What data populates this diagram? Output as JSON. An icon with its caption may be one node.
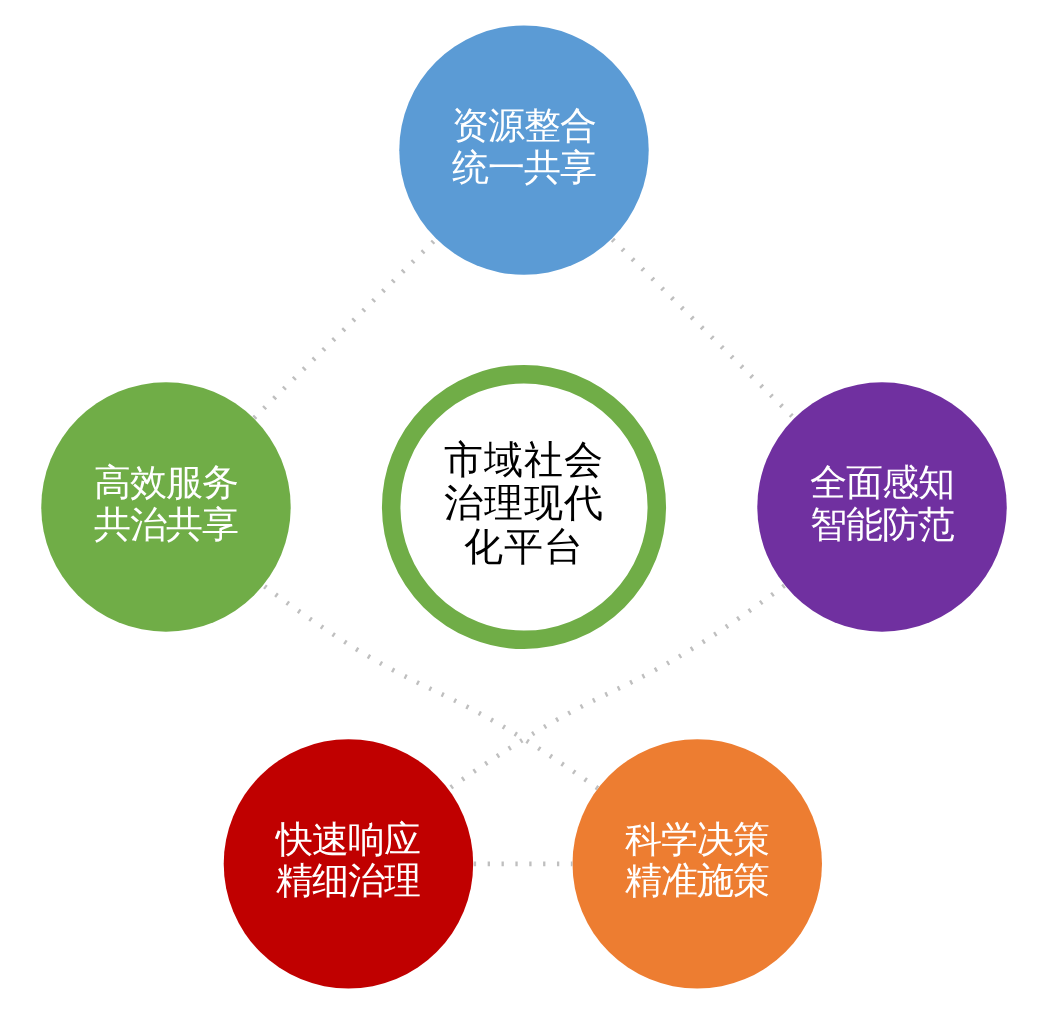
{
  "diagram": {
    "nodes": [
      {
        "text": [
          "资源整合统一共享"
        ]
      },
      {
        "text": [
          "高效服务共治共享"
        ]
      },
      {
        "text": [
          "市域社会治理现代化平台"
        ]
      },
      {
        "text": [
          "全面感知智能防范"
        ]
      },
      {
        "text": [
          "科学决策精准施策"
        ]
      },
      {
        "text": [
          "快速响应精细治理"
        ]
      }
    ],
    "edges": [
      {
        "from": 0,
        "to": 3,
        "arrow": "none",
        "style": "dashed"
      },
      {
        "from": 3,
        "to": 5,
        "arrow": "none",
        "style": "dashed"
      },
      {
        "from": 5,
        "to": 4,
        "arrow": "none",
        "style": "dashed"
      },
      {
        "from": 4,
        "to": 1,
        "arrow": "none",
        "style": "dashed"
      },
      {
        "from": 1,
        "to": 0,
        "arrow": "none",
        "style": "dashed"
      }
    ]
  }
}
